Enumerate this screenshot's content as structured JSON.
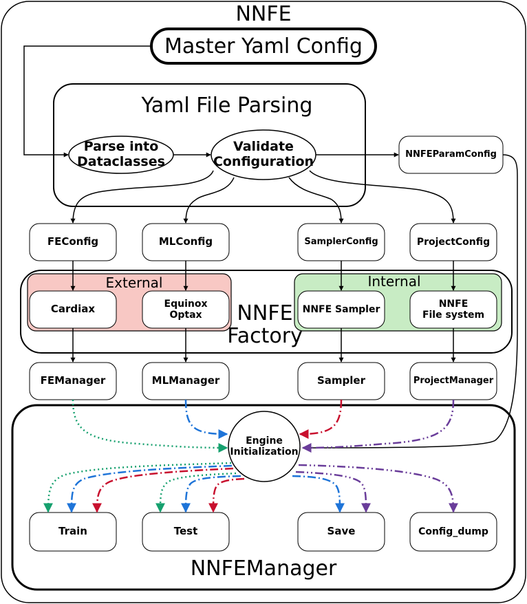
{
  "titles": {
    "nnfe": "NNFE",
    "yaml_parsing": "Yaml File Parsing",
    "factory": "NNFE\nFactory",
    "external": "External",
    "internal": "Internal",
    "manager": "NNFEManager"
  },
  "nodes": {
    "master": "Master Yaml Config",
    "parse": "Parse into\nDataclasses",
    "validate": "Validate\nConfiguration",
    "param_config": "NNFEParamConfig",
    "fe_config": "FEConfig",
    "ml_config": "MLConfig",
    "sampler_config": "SamplerConfig",
    "project_config": "ProjectConfig",
    "cardiax": "Cardiax",
    "equinox": "Equinox\nOptax",
    "nnfe_sampler": "NNFE Sampler",
    "nnfe_fs": "NNFE\nFile system",
    "fe_manager": "FEManager",
    "ml_manager": "MLManager",
    "sampler": "Sampler",
    "project_manager": "ProjectManager",
    "engine": "Engine\nInitialization",
    "train": "Train",
    "test": "Test",
    "save": "Save",
    "config_dump": "Config_dump"
  },
  "colors": {
    "external_fill": "#f8c8c4",
    "internal_fill": "#c8ecc4",
    "green": "#16a06e",
    "blue": "#1e74d8",
    "red": "#c8102e",
    "purple": "#6a3d9a"
  }
}
